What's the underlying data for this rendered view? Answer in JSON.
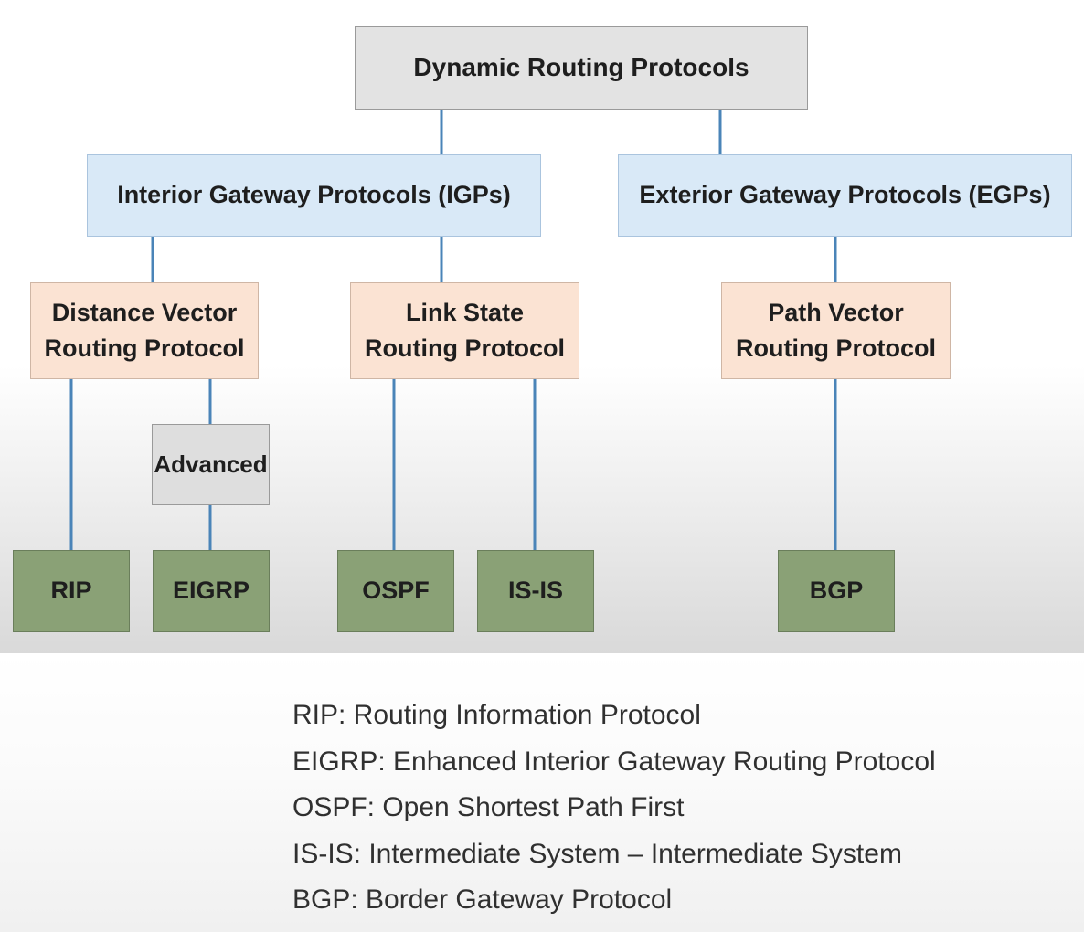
{
  "diagram": {
    "root": "Dynamic Routing Protocols",
    "categories": {
      "igp": "Interior Gateway Protocols (IGPs)",
      "egp": "Exterior Gateway Protocols (EGPs)"
    },
    "families": {
      "distance_vector": {
        "line1": "Distance Vector",
        "line2": "Routing Protocol"
      },
      "link_state": {
        "line1": "Link State",
        "line2": "Routing Protocol"
      },
      "path_vector": {
        "line1": "Path Vector",
        "line2": "Routing Protocol"
      }
    },
    "advanced": "Advanced",
    "protocols": {
      "rip": "RIP",
      "eigrp": "EIGRP",
      "ospf": "OSPF",
      "isis": "IS-IS",
      "bgp": "BGP"
    }
  },
  "legend": [
    "RIP: Routing Information Protocol",
    "EIGRP: Enhanced Interior Gateway Routing Protocol",
    "OSPF: Open Shortest Path First",
    "IS-IS: Intermediate System – Intermediate System",
    "BGP: Border Gateway Protocol"
  ],
  "colors": {
    "connector": "#4a84b8",
    "root_fill": "#e3e3e3",
    "gateway_fill": "#d9e9f7",
    "family_fill": "#fbe3d3",
    "advanced_fill": "#dedede",
    "protocol_fill": "#8aa176"
  }
}
